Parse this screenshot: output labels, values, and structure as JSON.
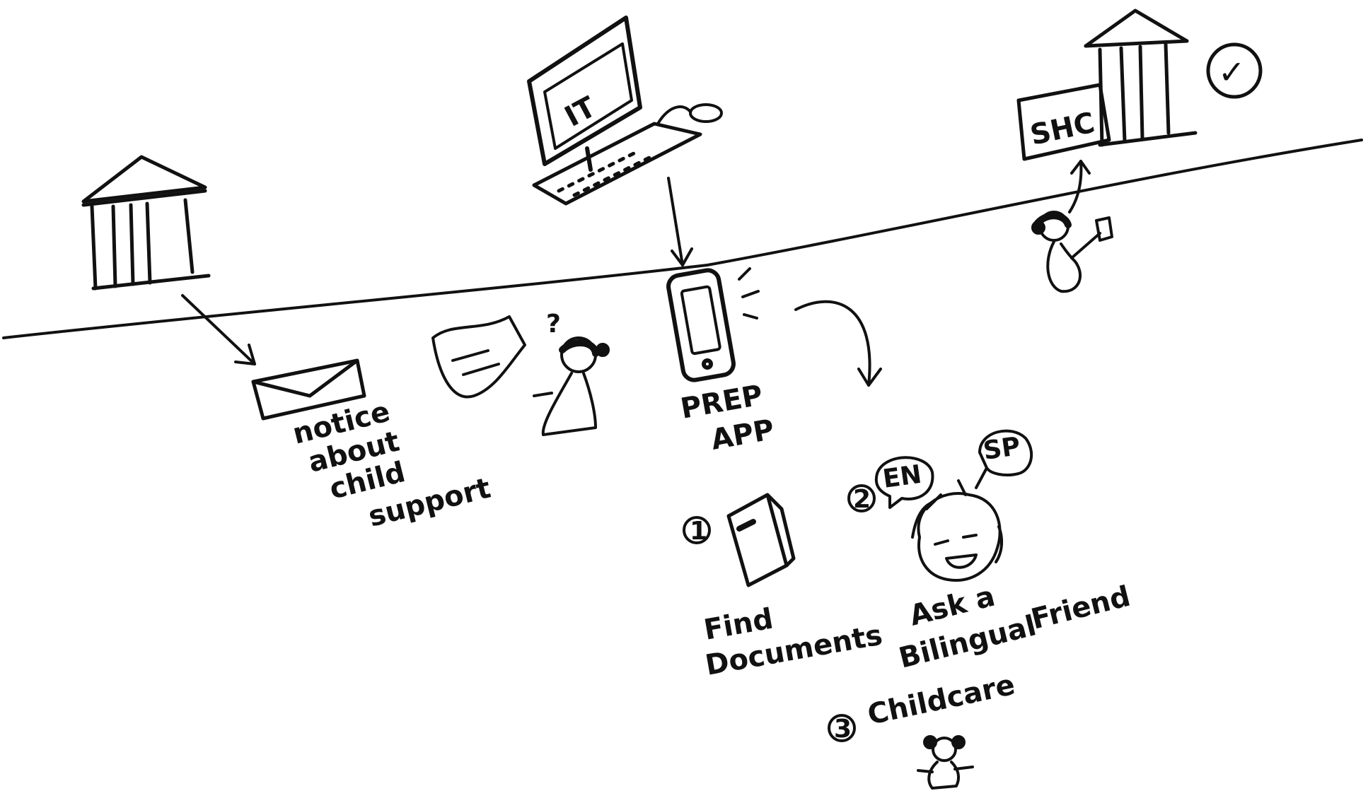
{
  "labels": {
    "computer": "IT",
    "court_right": "SHC",
    "notice": [
      "notice",
      "about",
      "child",
      "support"
    ],
    "app": [
      "PREP",
      "APP"
    ],
    "step1_num": "1",
    "step1": [
      "Find",
      "Documents"
    ],
    "step2_num": "2",
    "bubble_en": "EN",
    "bubble_sp": "SP",
    "step2": [
      "Ask a",
      "Bilingual",
      "Friend"
    ],
    "step3_num": "3",
    "step3": "Childcare",
    "question_mark": "?",
    "check_mark": "✓"
  }
}
